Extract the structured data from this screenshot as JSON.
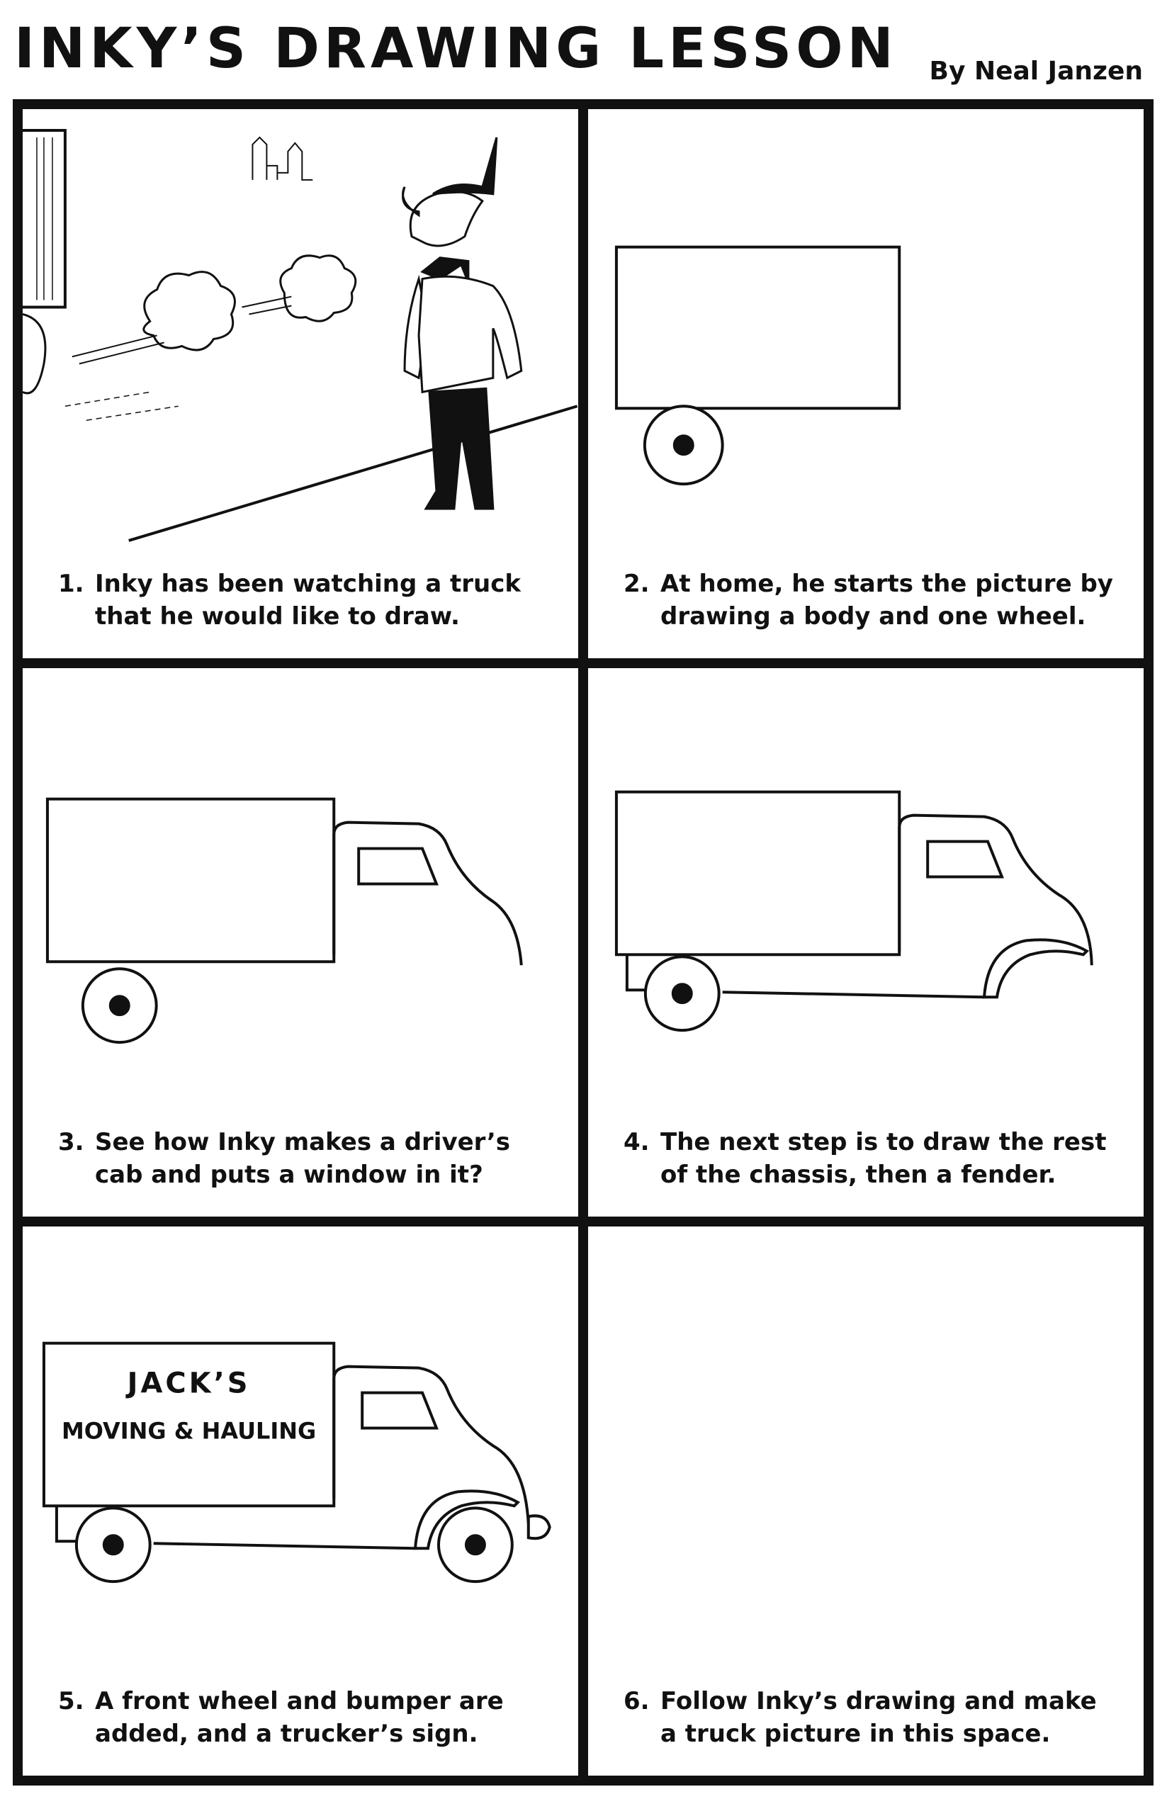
{
  "header": {
    "title": "INKY’S DRAWING LESSON",
    "byline": "By Neal Janzen"
  },
  "panels": [
    {
      "num": "1.",
      "line1": "Inky has been watching a truck",
      "line2": "that he would like to draw."
    },
    {
      "num": "2.",
      "line1": "At home, he starts the picture by",
      "line2": "drawing a body and one wheel."
    },
    {
      "num": "3.",
      "line1": "See how Inky makes a driver’s",
      "line2": "cab and puts a window in it?"
    },
    {
      "num": "4.",
      "line1": "The next step is to draw the rest",
      "line2": "of the chassis, then a fender."
    },
    {
      "num": "5.",
      "line1": "A front wheel and bumper are",
      "line2": "added, and a trucker’s sign."
    },
    {
      "num": "6.",
      "line1": "Follow Inky’s drawing and make",
      "line2": "a truck picture in this space."
    }
  ],
  "truck_sign": {
    "line1": "JACK’S",
    "line2": "MOVING & HAULING"
  }
}
